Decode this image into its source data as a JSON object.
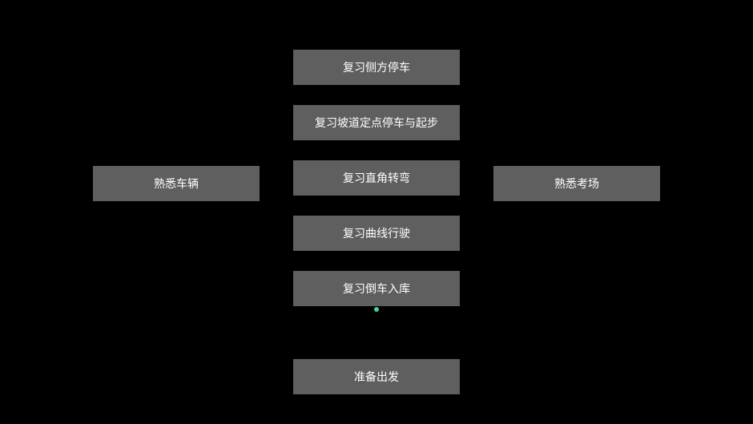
{
  "buttons": {
    "parallel_parking": "复习侧方停车",
    "hill_start": "复习坡道定点停车与起步",
    "right_angle_turn": "复习直角转弯",
    "curve_driving": "复习曲线行驶",
    "reverse_parking": "复习倒车入库",
    "get_ready": "准备出发",
    "vehicle": "熟悉车辆",
    "exam_site": "熟悉考场"
  },
  "colors": {
    "background": "#000000",
    "button_fill": "#5f5f5f",
    "button_text": "#ffffff",
    "indicator_dot": "#3fd4a6"
  }
}
